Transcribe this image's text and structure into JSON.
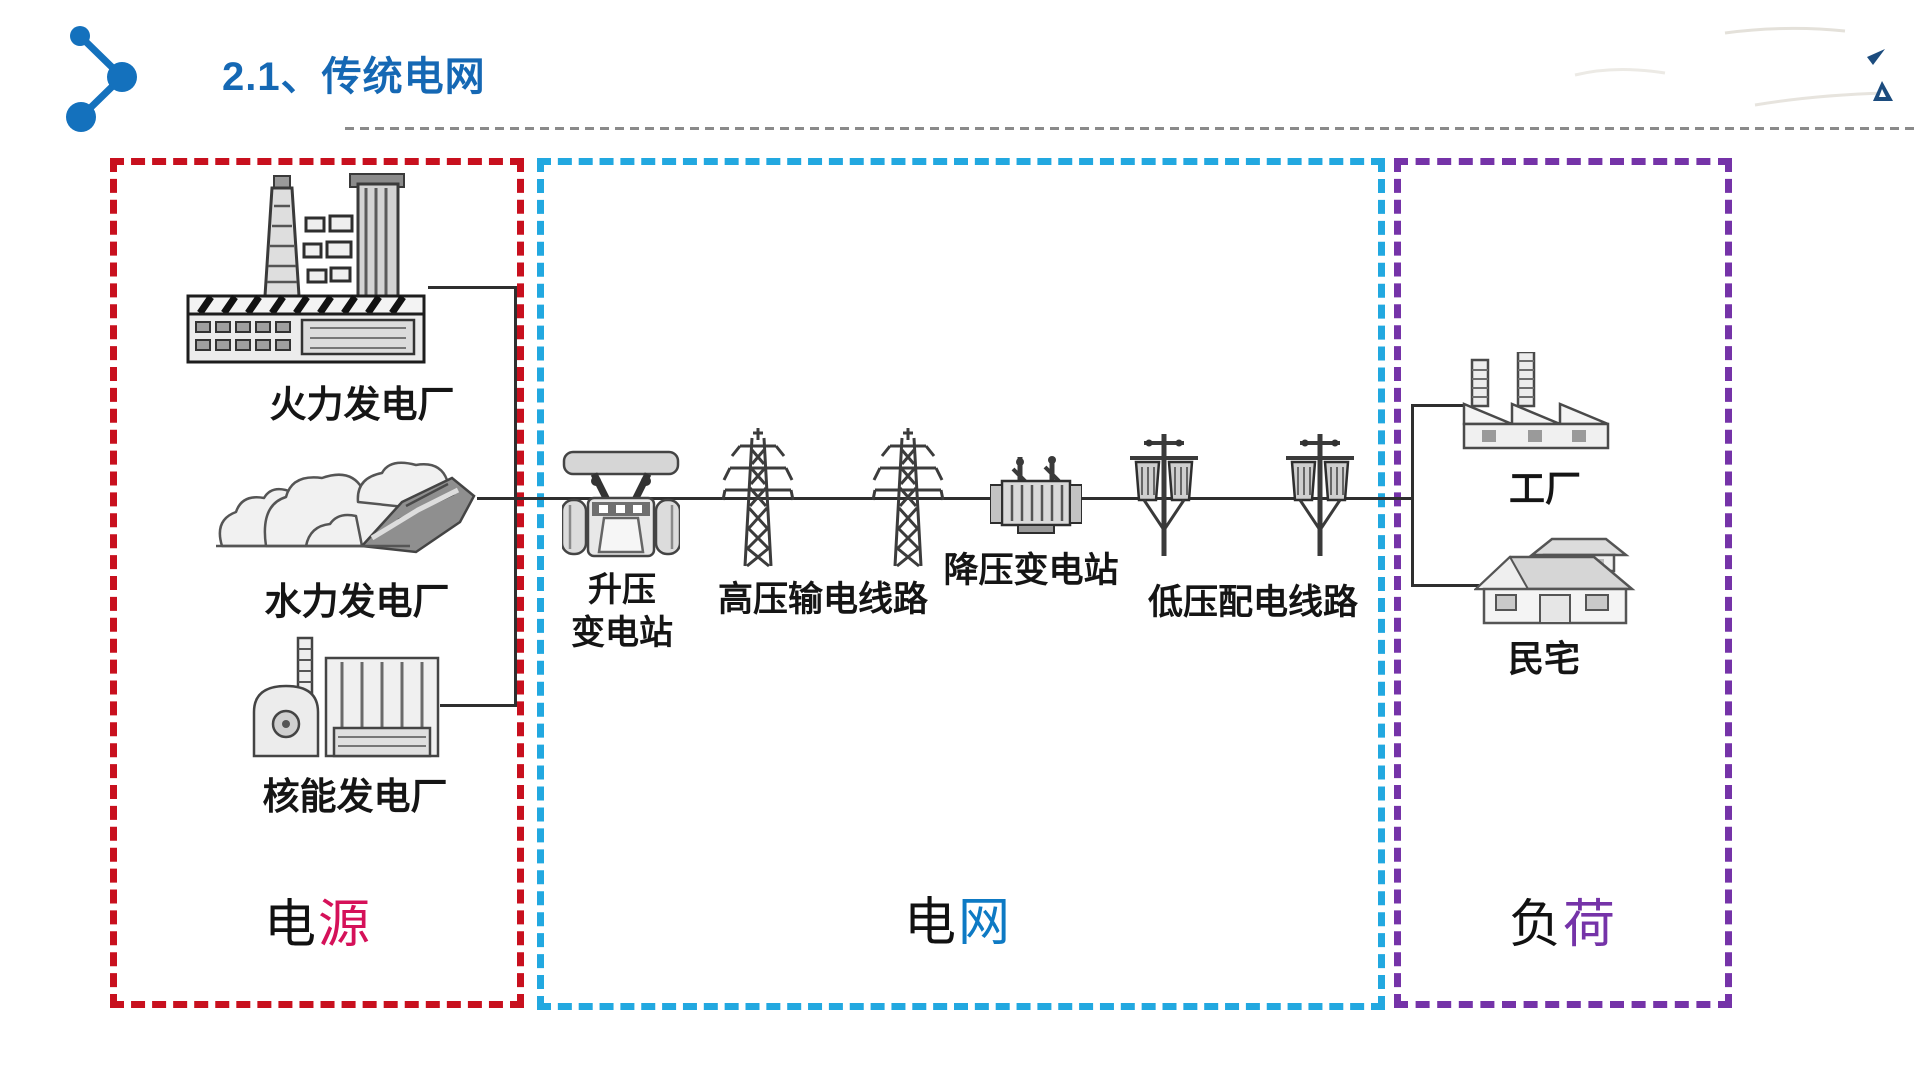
{
  "header": {
    "title": "2.1、传统电网"
  },
  "groups": {
    "source": {
      "caption_prefix": "电",
      "caption_accent": "源",
      "box_color": "#C8101E",
      "accent_color": "#D51159",
      "items": {
        "thermal": "火力发电厂",
        "hydro": "水力发电厂",
        "nuclear": "核能发电厂"
      }
    },
    "grid": {
      "caption_prefix": "电",
      "caption_accent": "网",
      "box_color": "#22A8E0",
      "accent_color": "#0E7AC4",
      "items": {
        "stepup_line1": "升压",
        "stepup_line2": "变电站",
        "hv_line": "高压输电线路",
        "stepdown": "降压变电站",
        "lv_line": "低压配电线路"
      }
    },
    "load": {
      "caption_prefix": "负",
      "caption_accent": "荷",
      "box_color": "#7533A8",
      "accent_color": "#7533A8",
      "items": {
        "factory": "工厂",
        "house": "民宅"
      }
    }
  },
  "colors": {
    "title": "#1568B4",
    "logo": "#1471BD",
    "connector_line": "#2F2F2F",
    "separator": "#8A8A8A",
    "watermark_navy": "#1C4C7E"
  }
}
